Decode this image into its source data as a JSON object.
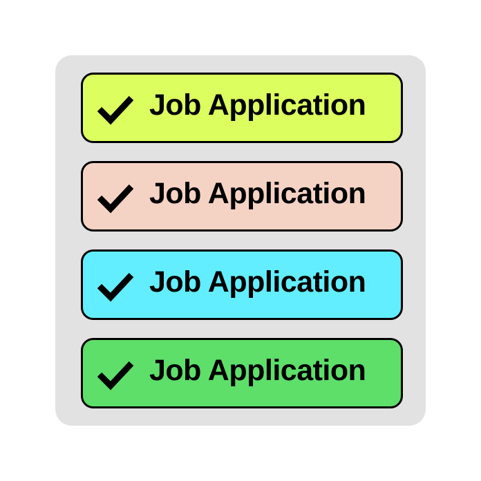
{
  "items": [
    {
      "label": "Job Application",
      "color": "#dcff5f",
      "checked": true,
      "icon": "checkmark-icon"
    },
    {
      "label": "Job Application",
      "color": "#f5d3c4",
      "checked": true,
      "icon": "checkmark-icon"
    },
    {
      "label": "Job Application",
      "color": "#62eeff",
      "checked": true,
      "icon": "checkmark-icon"
    },
    {
      "label": "Job Application",
      "color": "#5ddf6a",
      "checked": true,
      "icon": "checkmark-icon"
    }
  ]
}
